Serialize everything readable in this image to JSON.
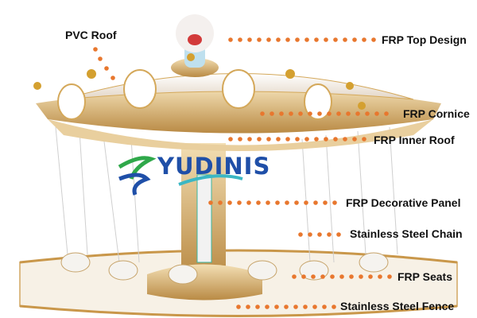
{
  "brand": {
    "logo_text": "YUDINIS"
  },
  "labels": {
    "pvc_roof": "PVC Roof",
    "top_design": "FRP  Top Design",
    "cornice": "FRP  Cornice",
    "inner_roof": "FRP Inner Roof",
    "decorative_panel": "FRP Decorative Panel",
    "chain": "Stainless Steel Chain",
    "seats": "FRP Seats",
    "fence": "Stainless Steel Fence"
  },
  "colors": {
    "leader_dots": "#E8772E",
    "logo_blue": "#1f4fa8",
    "logo_green": "#2fa84a",
    "logo_teal": "#3bb7c4",
    "gold": "#d4a85a"
  }
}
